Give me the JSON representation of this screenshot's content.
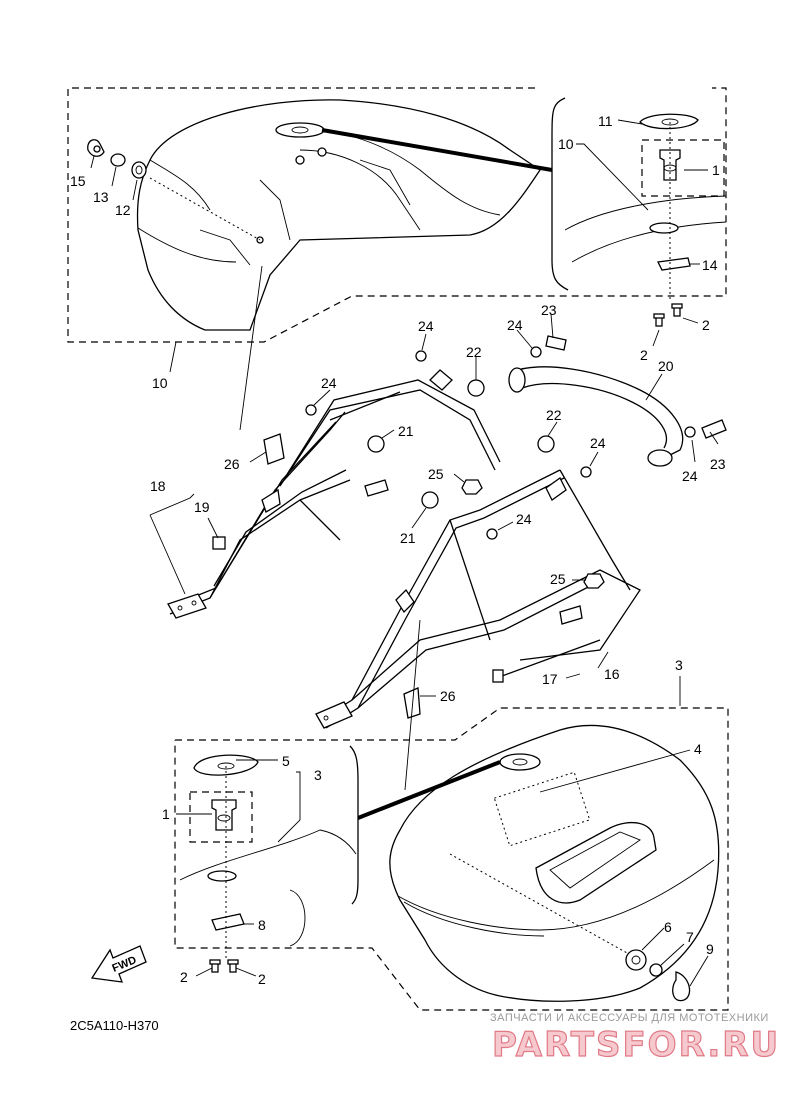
{
  "diagram": {
    "code": "2C5A110-H370",
    "fwd_label": "FWD",
    "labels": [
      {
        "id": "c1-15",
        "text": "15"
      },
      {
        "id": "c1-13",
        "text": "13"
      },
      {
        "id": "c1-12",
        "text": "12"
      },
      {
        "id": "c1-10",
        "text": "10"
      },
      {
        "id": "in1-11",
        "text": "11"
      },
      {
        "id": "in1-10",
        "text": "10"
      },
      {
        "id": "in1-1",
        "text": "1"
      },
      {
        "id": "in1-14",
        "text": "14"
      },
      {
        "id": "in1-2a",
        "text": "2"
      },
      {
        "id": "in1-2b",
        "text": "2"
      },
      {
        "id": "br-23a",
        "text": "23"
      },
      {
        "id": "br-24a",
        "text": "24"
      },
      {
        "id": "br-24b",
        "text": "24"
      },
      {
        "id": "br-22a",
        "text": "22"
      },
      {
        "id": "br-24c",
        "text": "24"
      },
      {
        "id": "br-21a",
        "text": "21"
      },
      {
        "id": "br-26a",
        "text": "26"
      },
      {
        "id": "br-25a",
        "text": "25"
      },
      {
        "id": "br-18",
        "text": "18"
      },
      {
        "id": "br-19",
        "text": "19"
      },
      {
        "id": "br-20",
        "text": "20"
      },
      {
        "id": "br-22b",
        "text": "22"
      },
      {
        "id": "br-24d",
        "text": "24"
      },
      {
        "id": "br-23b",
        "text": "23"
      },
      {
        "id": "br-24e",
        "text": "24"
      },
      {
        "id": "br-24f",
        "text": "24"
      },
      {
        "id": "br-21b",
        "text": "21"
      },
      {
        "id": "br-25b",
        "text": "25"
      },
      {
        "id": "br-17",
        "text": "17"
      },
      {
        "id": "br-16",
        "text": "16"
      },
      {
        "id": "br-26b",
        "text": "26"
      },
      {
        "id": "c3-3a",
        "text": "3"
      },
      {
        "id": "c3-4",
        "text": "4"
      },
      {
        "id": "in3-5",
        "text": "5"
      },
      {
        "id": "in3-3",
        "text": "3"
      },
      {
        "id": "in3-1",
        "text": "1"
      },
      {
        "id": "in3-8",
        "text": "8"
      },
      {
        "id": "in3-2a",
        "text": "2"
      },
      {
        "id": "in3-2b",
        "text": "2"
      },
      {
        "id": "c3-6",
        "text": "6"
      },
      {
        "id": "c3-7",
        "text": "7"
      },
      {
        "id": "c3-9",
        "text": "9"
      }
    ]
  },
  "watermark": {
    "tagline": "ЗАПЧАСТИ И АКСЕССУАРЫ ДЛЯ МОТОТЕХНИКИ",
    "logo": "PARTSFOR.RU",
    "brand_color": "#e07a86"
  }
}
